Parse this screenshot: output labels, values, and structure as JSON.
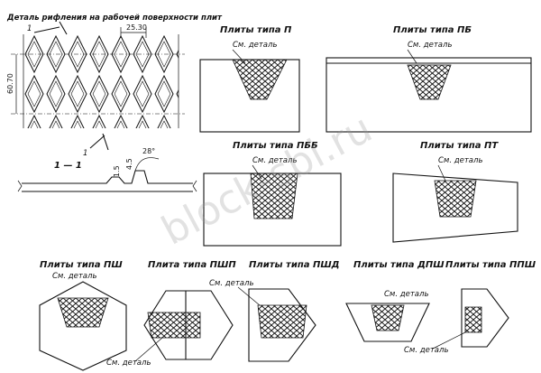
{
  "detail": {
    "title": "Деталь рифления на рабочей поверхности плит",
    "dim_pitch": "25.30",
    "dim_height": "60.70",
    "section_label": "1 — 1",
    "section_mark": "1",
    "dim_depth": "1.5",
    "dim_gap": "4.5",
    "dim_angle": "28°"
  },
  "slabs": [
    {
      "id": "p",
      "title": "Плиты типа П",
      "ref": "См. деталь"
    },
    {
      "id": "pb",
      "title": "Плиты типа ПБ",
      "ref": "См. деталь"
    },
    {
      "id": "pbb",
      "title": "Плиты типа ПББ",
      "ref": "См. деталь"
    },
    {
      "id": "pt",
      "title": "Плиты типа ПТ",
      "ref": "См. деталь"
    },
    {
      "id": "psh",
      "title": "Плиты типа ПШ",
      "ref": "См. деталь"
    },
    {
      "id": "pshp",
      "title": "Плита типа ПШП",
      "ref": "См. деталь"
    },
    {
      "id": "pshd",
      "title": "Плиты типа ПШД",
      "ref": "См. деталь"
    },
    {
      "id": "dpsh",
      "title": "Плиты типа ДПШ",
      "ref": "См. деталь"
    },
    {
      "id": "ppsh",
      "title": "Плиты типа ППШ",
      "ref": "См. деталь"
    }
  ],
  "watermark": "block-sbi.ru"
}
